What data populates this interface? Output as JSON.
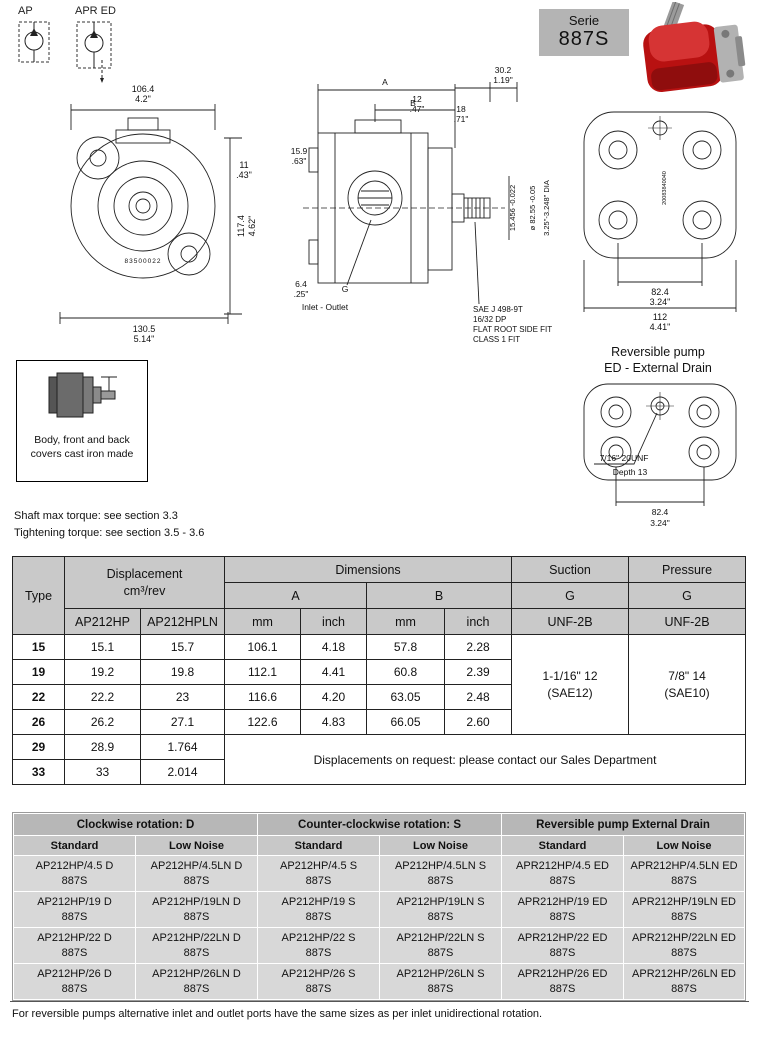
{
  "symbols": {
    "ap_label": "AP",
    "apred_label": "APR ED"
  },
  "serie": {
    "label": "Serie",
    "value": "887S"
  },
  "front_view": {
    "dim_width_mm": "106.4",
    "dim_width_in": "4.2\"",
    "dim_key_mm": "11",
    "dim_key_in": ".43\"",
    "dim_height_mm": "117.4",
    "dim_height_in": "4.62\"",
    "dim_total_mm": "130.5",
    "dim_total_in": "5.14\"",
    "serial": "83500022"
  },
  "side_view": {
    "dim_a": "A",
    "dim_b": "B",
    "dim_302_mm": "30.2",
    "dim_302_in": "1.19\"",
    "dim_12_mm": "12",
    "dim_12_in": ".47\"",
    "dim_18_mm": "18",
    "dim_18_in": ".71\"",
    "dim_159_mm": "15.9",
    "dim_159_in": ".63\"",
    "dim_64_mm": "6.4",
    "dim_64_in": ".25\"",
    "shaft_dim": "15.456 -0.022",
    "pilot_dia_mm": "ø 82.55 -0.05",
    "pilot_dia_in": "3.25\"-3.248\" DIA",
    "g_label": "G",
    "inlet_outlet": "Inlet - Outlet",
    "sae_line1": "SAE J 498-9T",
    "sae_line2": "16/32 DP",
    "sae_line3": "FLAT ROOT SIDE FIT",
    "sae_line4": "CLASS 1 FIT"
  },
  "back_view": {
    "casting": "20083840040",
    "dim_bolt_mm": "82.4",
    "dim_bolt_in": "3.24\"",
    "dim_width_mm": "112",
    "dim_width_in": "4.41\""
  },
  "reversible": {
    "title_line1": "Reversible pump",
    "title_line2": "ED - External Drain",
    "port_label": "7/16\" 20UNF",
    "depth_label": "Depth 13",
    "dim_mm": "82.4",
    "dim_in": "3.24\""
  },
  "body_note": "Body, front and back covers cast iron made",
  "notes": {
    "shaft_torque": "Shaft max torque: see section 3.3",
    "tightening_torque": "Tightening torque: see section 3.5 - 3.6"
  },
  "table1": {
    "h_type": "Type",
    "h_displacement": "Displacement",
    "h_displacement_unit": "cm³/rev",
    "h_dimensions": "Dimensions",
    "h_a": "A",
    "h_b": "B",
    "h_suction": "Suction",
    "h_pressure": "Pressure",
    "h_g": "G",
    "h_unf": "UNF-2B",
    "h_ap212hp": "AP212HP",
    "h_ap212hpln": "AP212HPLN",
    "h_mm": "mm",
    "h_inch": "inch",
    "suction_line1": "1-1/16\" 12",
    "suction_line2": "(SAE12)",
    "pressure_line1": "7/8\" 14",
    "pressure_line2": "(SAE10)",
    "rows": [
      {
        "type": "15",
        "ap": "15.1",
        "apln": "15.7",
        "a_mm": "106.1",
        "a_in": "4.18",
        "b_mm": "57.8",
        "b_in": "2.28"
      },
      {
        "type": "19",
        "ap": "19.2",
        "apln": "19.8",
        "a_mm": "112.1",
        "a_in": "4.41",
        "b_mm": "60.8",
        "b_in": "2.39"
      },
      {
        "type": "22",
        "ap": "22.2",
        "apln": "23",
        "a_mm": "116.6",
        "a_in": "4.20",
        "b_mm": "63.05",
        "b_in": "2.48"
      },
      {
        "type": "26",
        "ap": "26.2",
        "apln": "27.1",
        "a_mm": "122.6",
        "a_in": "4.83",
        "b_mm": "66.05",
        "b_in": "2.60"
      }
    ],
    "extra_rows": [
      {
        "type": "29",
        "ap": "28.9",
        "apln": "1.764"
      },
      {
        "type": "33",
        "ap": "33",
        "apln": "2.014"
      }
    ],
    "request_note": "Displacements on request: please contact our Sales Department"
  },
  "table2": {
    "groups": [
      "Clockwise rotation: D",
      "Counter-clockwise rotation: S",
      "Reversible pump External Drain"
    ],
    "sub_standard": "Standard",
    "sub_low_noise": "Low Noise",
    "rows": [
      {
        "cells": [
          [
            "AP212HP/4.5 D",
            "887S"
          ],
          [
            "AP212HP/4.5LN D",
            "887S"
          ],
          [
            "AP212HP/4.5 S",
            "887S"
          ],
          [
            "AP212HP/4.5LN S",
            "887S"
          ],
          [
            "APR212HP/4.5 ED",
            "887S"
          ],
          [
            "APR212HP/4.5LN ED",
            "887S"
          ]
        ]
      },
      {
        "cells": [
          [
            "AP212HP/19 D",
            "887S"
          ],
          [
            "AP212HP/19LN D",
            "887S"
          ],
          [
            "AP212HP/19 S",
            "887S"
          ],
          [
            "AP212HP/19LN S",
            "887S"
          ],
          [
            "APR212HP/19 ED",
            "887S"
          ],
          [
            "APR212HP/19LN ED",
            "887S"
          ]
        ]
      },
      {
        "cells": [
          [
            "AP212HP/22 D",
            "887S"
          ],
          [
            "AP212HP/22LN D",
            "887S"
          ],
          [
            "AP212HP/22 S",
            "887S"
          ],
          [
            "AP212HP/22LN S",
            "887S"
          ],
          [
            "APR212HP/22 ED",
            "887S"
          ],
          [
            "APR212HP/22LN ED",
            "887S"
          ]
        ]
      },
      {
        "cells": [
          [
            "AP212HP/26 D",
            "887S"
          ],
          [
            "AP212HP/26LN D",
            "887S"
          ],
          [
            "AP212HP/26 S",
            "887S"
          ],
          [
            "AP212HP/26LN S",
            "887S"
          ],
          [
            "APR212HP/26 ED",
            "887S"
          ],
          [
            "APR212HP/26LN ED",
            "887S"
          ]
        ]
      }
    ]
  },
  "footer": "For reversible pumps alternative inlet and outlet ports have the same sizes as per inlet unidirectional rotation."
}
